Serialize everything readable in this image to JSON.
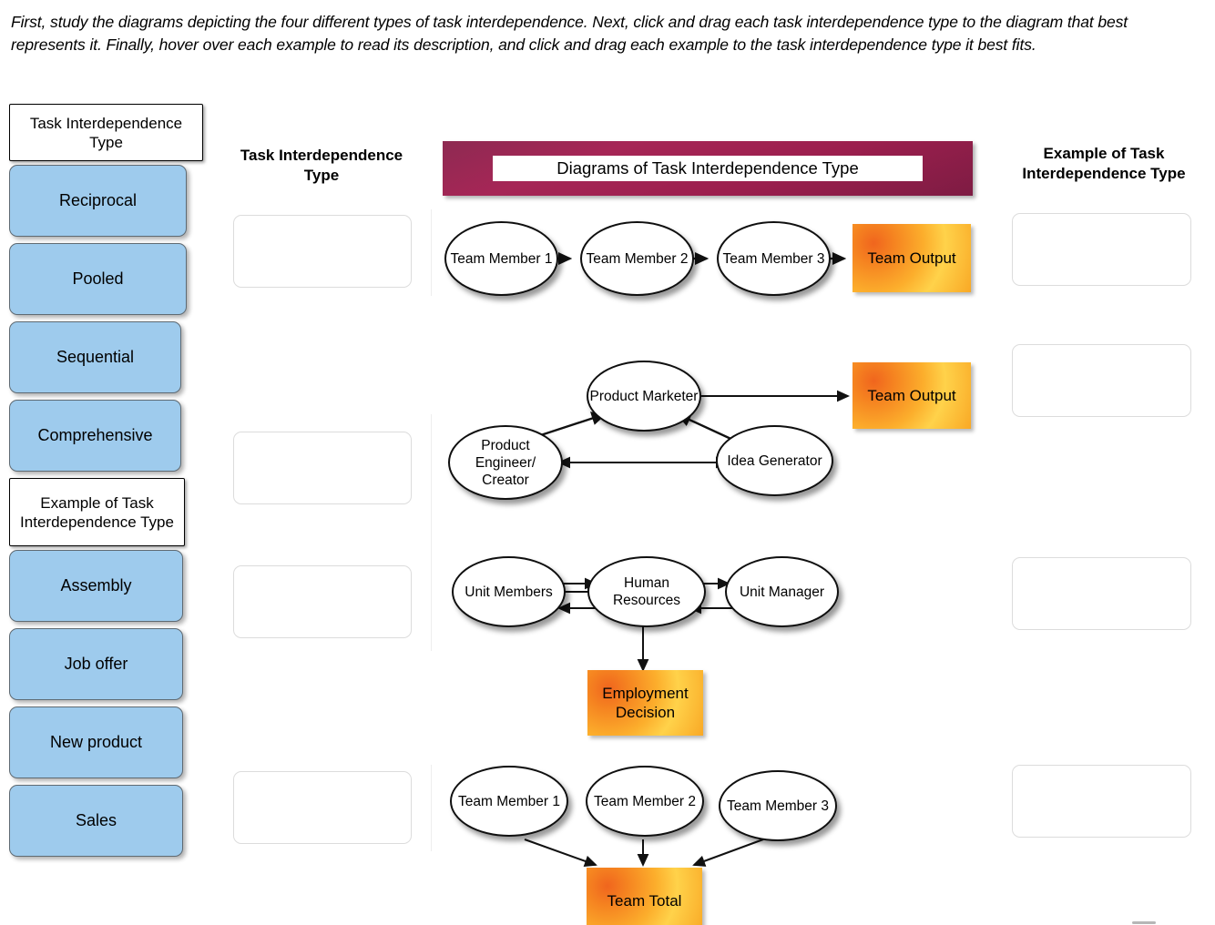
{
  "instructions": "First, study the diagrams depicting the four different types of task interdependence. Next, click and drag each task interdependence type to the diagram that best represents it. Finally, hover over each example to read its description, and click and drag each example to the task interdependence type it best fits.",
  "sidebar": {
    "group1_header": "Task Interdependence Type",
    "group1_items": [
      {
        "label": "Reciprocal"
      },
      {
        "label": "Pooled"
      },
      {
        "label": "Sequential"
      },
      {
        "label": "Comprehensive"
      }
    ],
    "group2_header": "Example of Task Interdependence Type",
    "group2_items": [
      {
        "label": "Assembly"
      },
      {
        "label": "Job offer"
      },
      {
        "label": "New product"
      },
      {
        "label": "Sales"
      }
    ]
  },
  "columns": {
    "type_header": "Task Interdependence Type",
    "diagram_header": "Diagrams of Task Interdependence Type",
    "example_header": "Example of Task Interdependence Type"
  },
  "dropzones": {
    "type": [
      {
        "value": ""
      },
      {
        "value": ""
      },
      {
        "value": ""
      },
      {
        "value": ""
      }
    ],
    "example": [
      {
        "value": ""
      },
      {
        "value": ""
      },
      {
        "value": ""
      },
      {
        "value": ""
      }
    ]
  },
  "diagrams": [
    {
      "id": "sequential",
      "nodes": [
        "Team Member 1",
        "Team Member 2",
        "Team Member 3"
      ],
      "output": "Team Output"
    },
    {
      "id": "reciprocal",
      "nodes": [
        "Product Marketer",
        "Product Engineer/ Creator",
        "Idea Generator"
      ],
      "output": "Team Output"
    },
    {
      "id": "comprehensive",
      "nodes": [
        "Unit Members",
        "Human Resources",
        "Unit Manager"
      ],
      "output": "Employment Decision"
    },
    {
      "id": "pooled",
      "nodes": [
        "Team Member 1",
        "Team Member 2",
        "Team Member 3"
      ],
      "output": "Team Total"
    }
  ],
  "colors": {
    "drag_item_blue": "#9ecbed",
    "banner_magenta": "#9c1f4e",
    "output_orange": "#f58220"
  }
}
